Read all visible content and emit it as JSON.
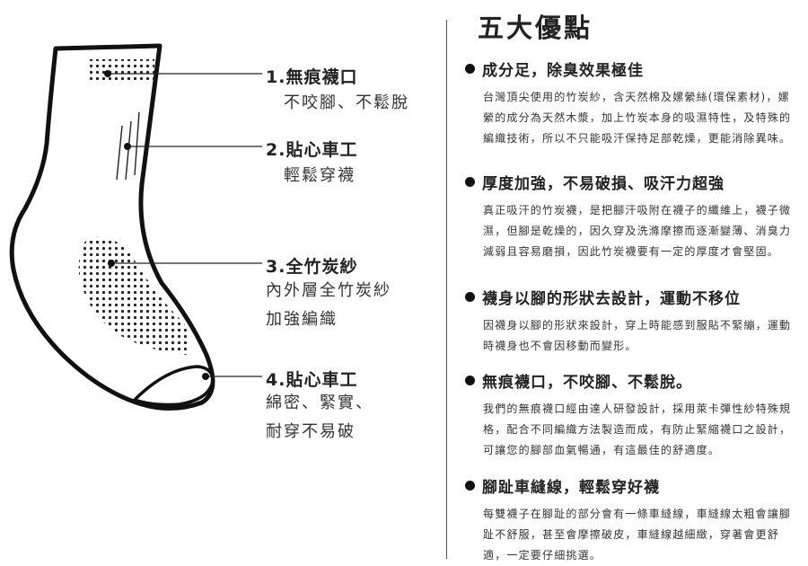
{
  "main_title": "五大優點",
  "callouts": [
    {
      "title": "1.無痕襪口",
      "desc": [
        "不咬腳、不鬆脫"
      ]
    },
    {
      "title": "2.貼心車工",
      "desc": [
        "輕鬆穿襪"
      ]
    },
    {
      "title": "3.全竹炭紗",
      "desc": [
        "內外層全竹炭紗",
        "加強編織"
      ]
    },
    {
      "title": "4.貼心車工",
      "desc": [
        "綿密、緊實、",
        "耐穿不易破"
      ]
    }
  ],
  "features": [
    {
      "heading": "成分足，除臭效果極佳",
      "body": "台灣頂尖使用的竹炭紗，含天然棉及嫘縈絲(環保素材)，嫘縈的成分為天然木漿，加上竹炭本身的吸濕特性，及特殊的編織技術，所以不只能吸汗保持足部乾燥，更能消除異味。"
    },
    {
      "heading": "厚度加強，不易破損、吸汗力超強",
      "body": "真正吸汗的竹炭襪，是把腳汗吸附在襪子的纖維上，襪子微濕，但腳是乾燥的，因久穿及洗滌摩擦而逐漸變薄、消臭力減弱且容易磨損，因此竹炭襪要有一定的厚度才會堅固。"
    },
    {
      "heading": "襪身以腳的形狀去設計，運動不移位",
      "body": "因襪身以腳的形狀來設計，穿上時能感到服貼不緊繃，運動時襪身也不會因移動而變形。"
    },
    {
      "heading": "無痕襪口，不咬腳、不鬆脫。",
      "body": "我們的無痕襪口經由達人研發設計，採用萊卡彈性紗特殊規格，配合不同編織方法製造而成，有防止緊縮襪口之設計，可讓您的腳部血氣暢通，有這最佳的舒適度。"
    },
    {
      "heading": "腳趾車縫線，輕鬆穿好襪",
      "body": "每雙襪子在腳趾的部分會有一條車縫線，車縫線太粗會讓腳趾不舒服，甚至會摩擦破皮，車縫線越細緻，穿著會更舒適，一定要仔細挑選。"
    }
  ]
}
